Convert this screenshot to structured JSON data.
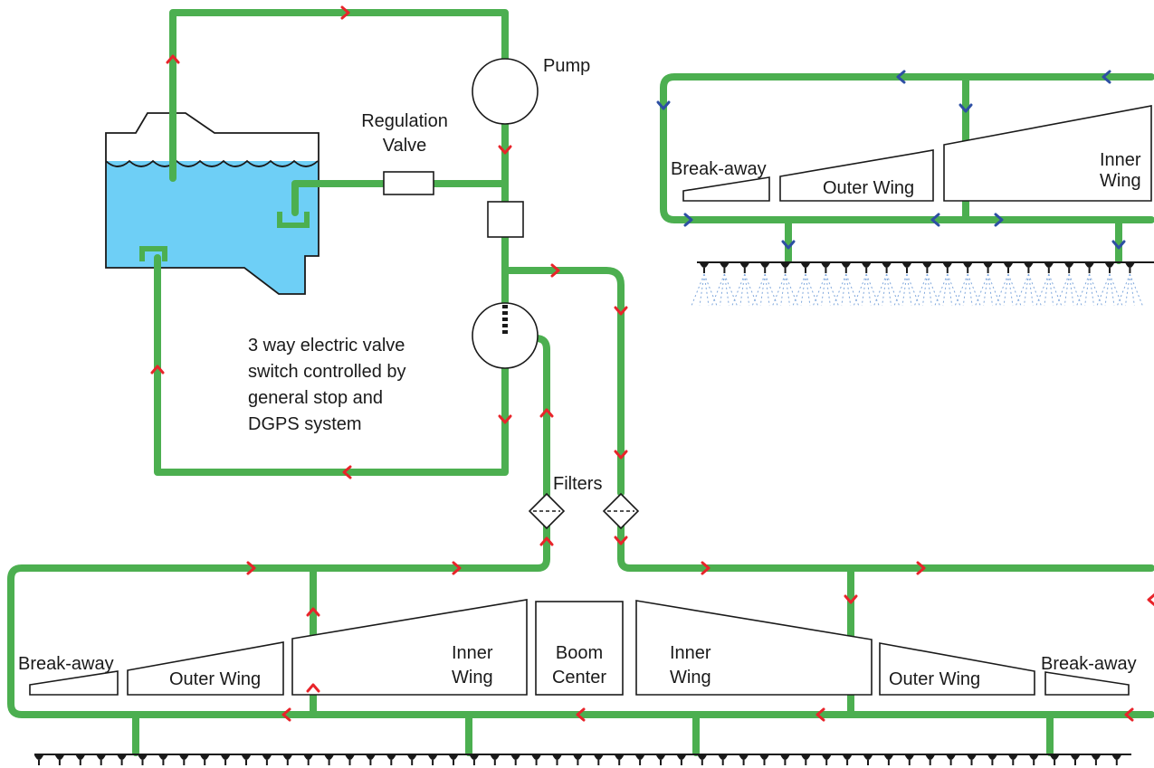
{
  "labels": {
    "pump": "Pump",
    "regulation_valve_line1": "Regulation",
    "regulation_valve_line2": "Valve",
    "three_way_valve_line1": "3 way electric valve",
    "three_way_valve_line2": "switch controlled by",
    "three_way_valve_line3": "general stop and",
    "three_way_valve_line4": "DGPS system",
    "filters": "Filters",
    "top_break_away": "Break-away",
    "top_outer_wing": "Outer Wing",
    "top_inner_wing_line1": "Inner",
    "top_inner_wing_line2": "Wing",
    "bottom_left_break_away": "Break-away",
    "bottom_left_outer_wing": "Outer Wing",
    "bottom_left_inner_wing_line1": "Inner",
    "bottom_left_inner_wing_line2": "Wing",
    "boom_center_line1": "Boom",
    "boom_center_line2": "Center",
    "bottom_right_inner_wing_line1": "Inner",
    "bottom_right_inner_wing_line2": "Wing",
    "bottom_right_outer_wing": "Outer Wing",
    "bottom_right_break_away": "Break-away"
  },
  "colors": {
    "pipe": "#4caf50",
    "water": "#6ecff6",
    "arrow_red": "#e8242a",
    "arrow_blue": "#2d4fa3",
    "outline": "#1a1a1a"
  }
}
